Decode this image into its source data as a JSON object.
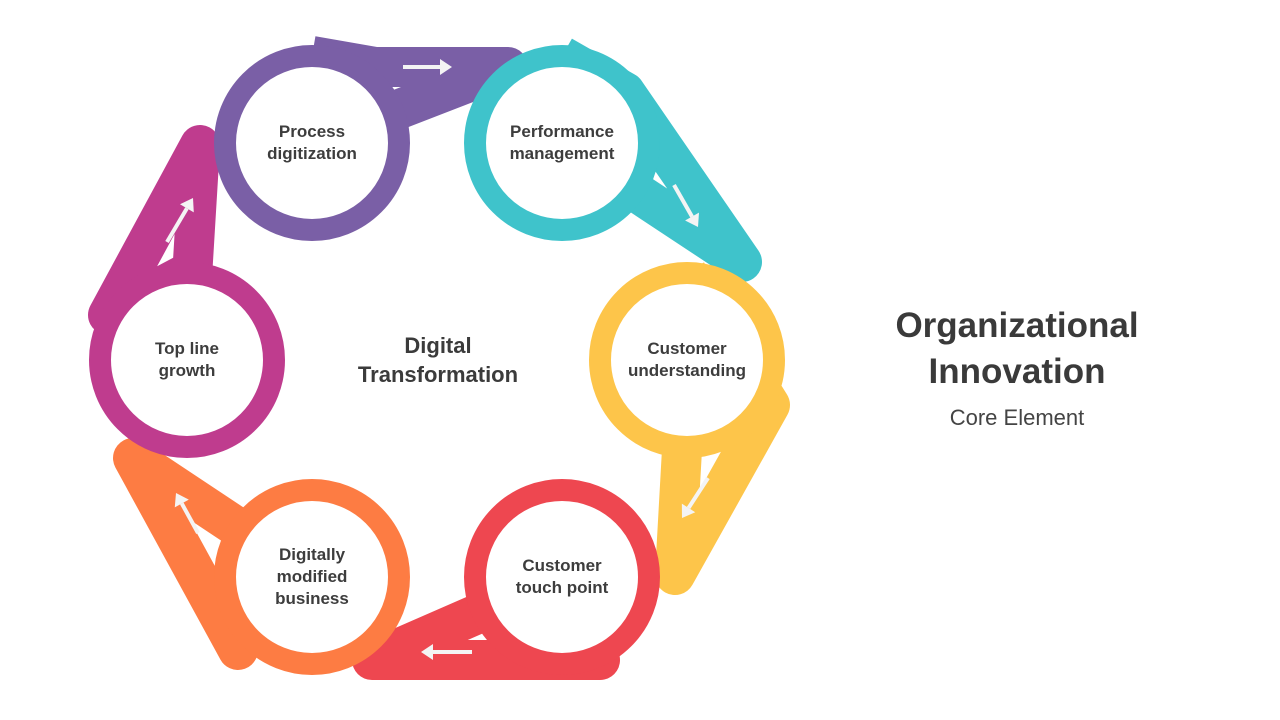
{
  "diagram": {
    "center_label": "Digital\nTransformation",
    "nodes": [
      {
        "id": "process-digitization",
        "label": "Process\ndigitization",
        "color": "#7A5FA6"
      },
      {
        "id": "performance-management",
        "label": "Performance\nmanagement",
        "color": "#3FC3CB"
      },
      {
        "id": "customer-understanding",
        "label": "Customer\nunderstanding",
        "color": "#FDC54A"
      },
      {
        "id": "customer-touch-point",
        "label": "Customer\ntouch point",
        "color": "#EE4750"
      },
      {
        "id": "digitally-modified-business",
        "label": "Digitally\nmodified\nbusiness",
        "color": "#FD7C43"
      },
      {
        "id": "top-line-growth",
        "label": "Top line\ngrowth",
        "color": "#BF3C8E"
      }
    ],
    "arrow_icon": "arrow-icon",
    "arrow_color": "#F4F4F4"
  },
  "side_panel": {
    "title": "Organizational\nInnovation",
    "subtitle": "Core Element"
  }
}
